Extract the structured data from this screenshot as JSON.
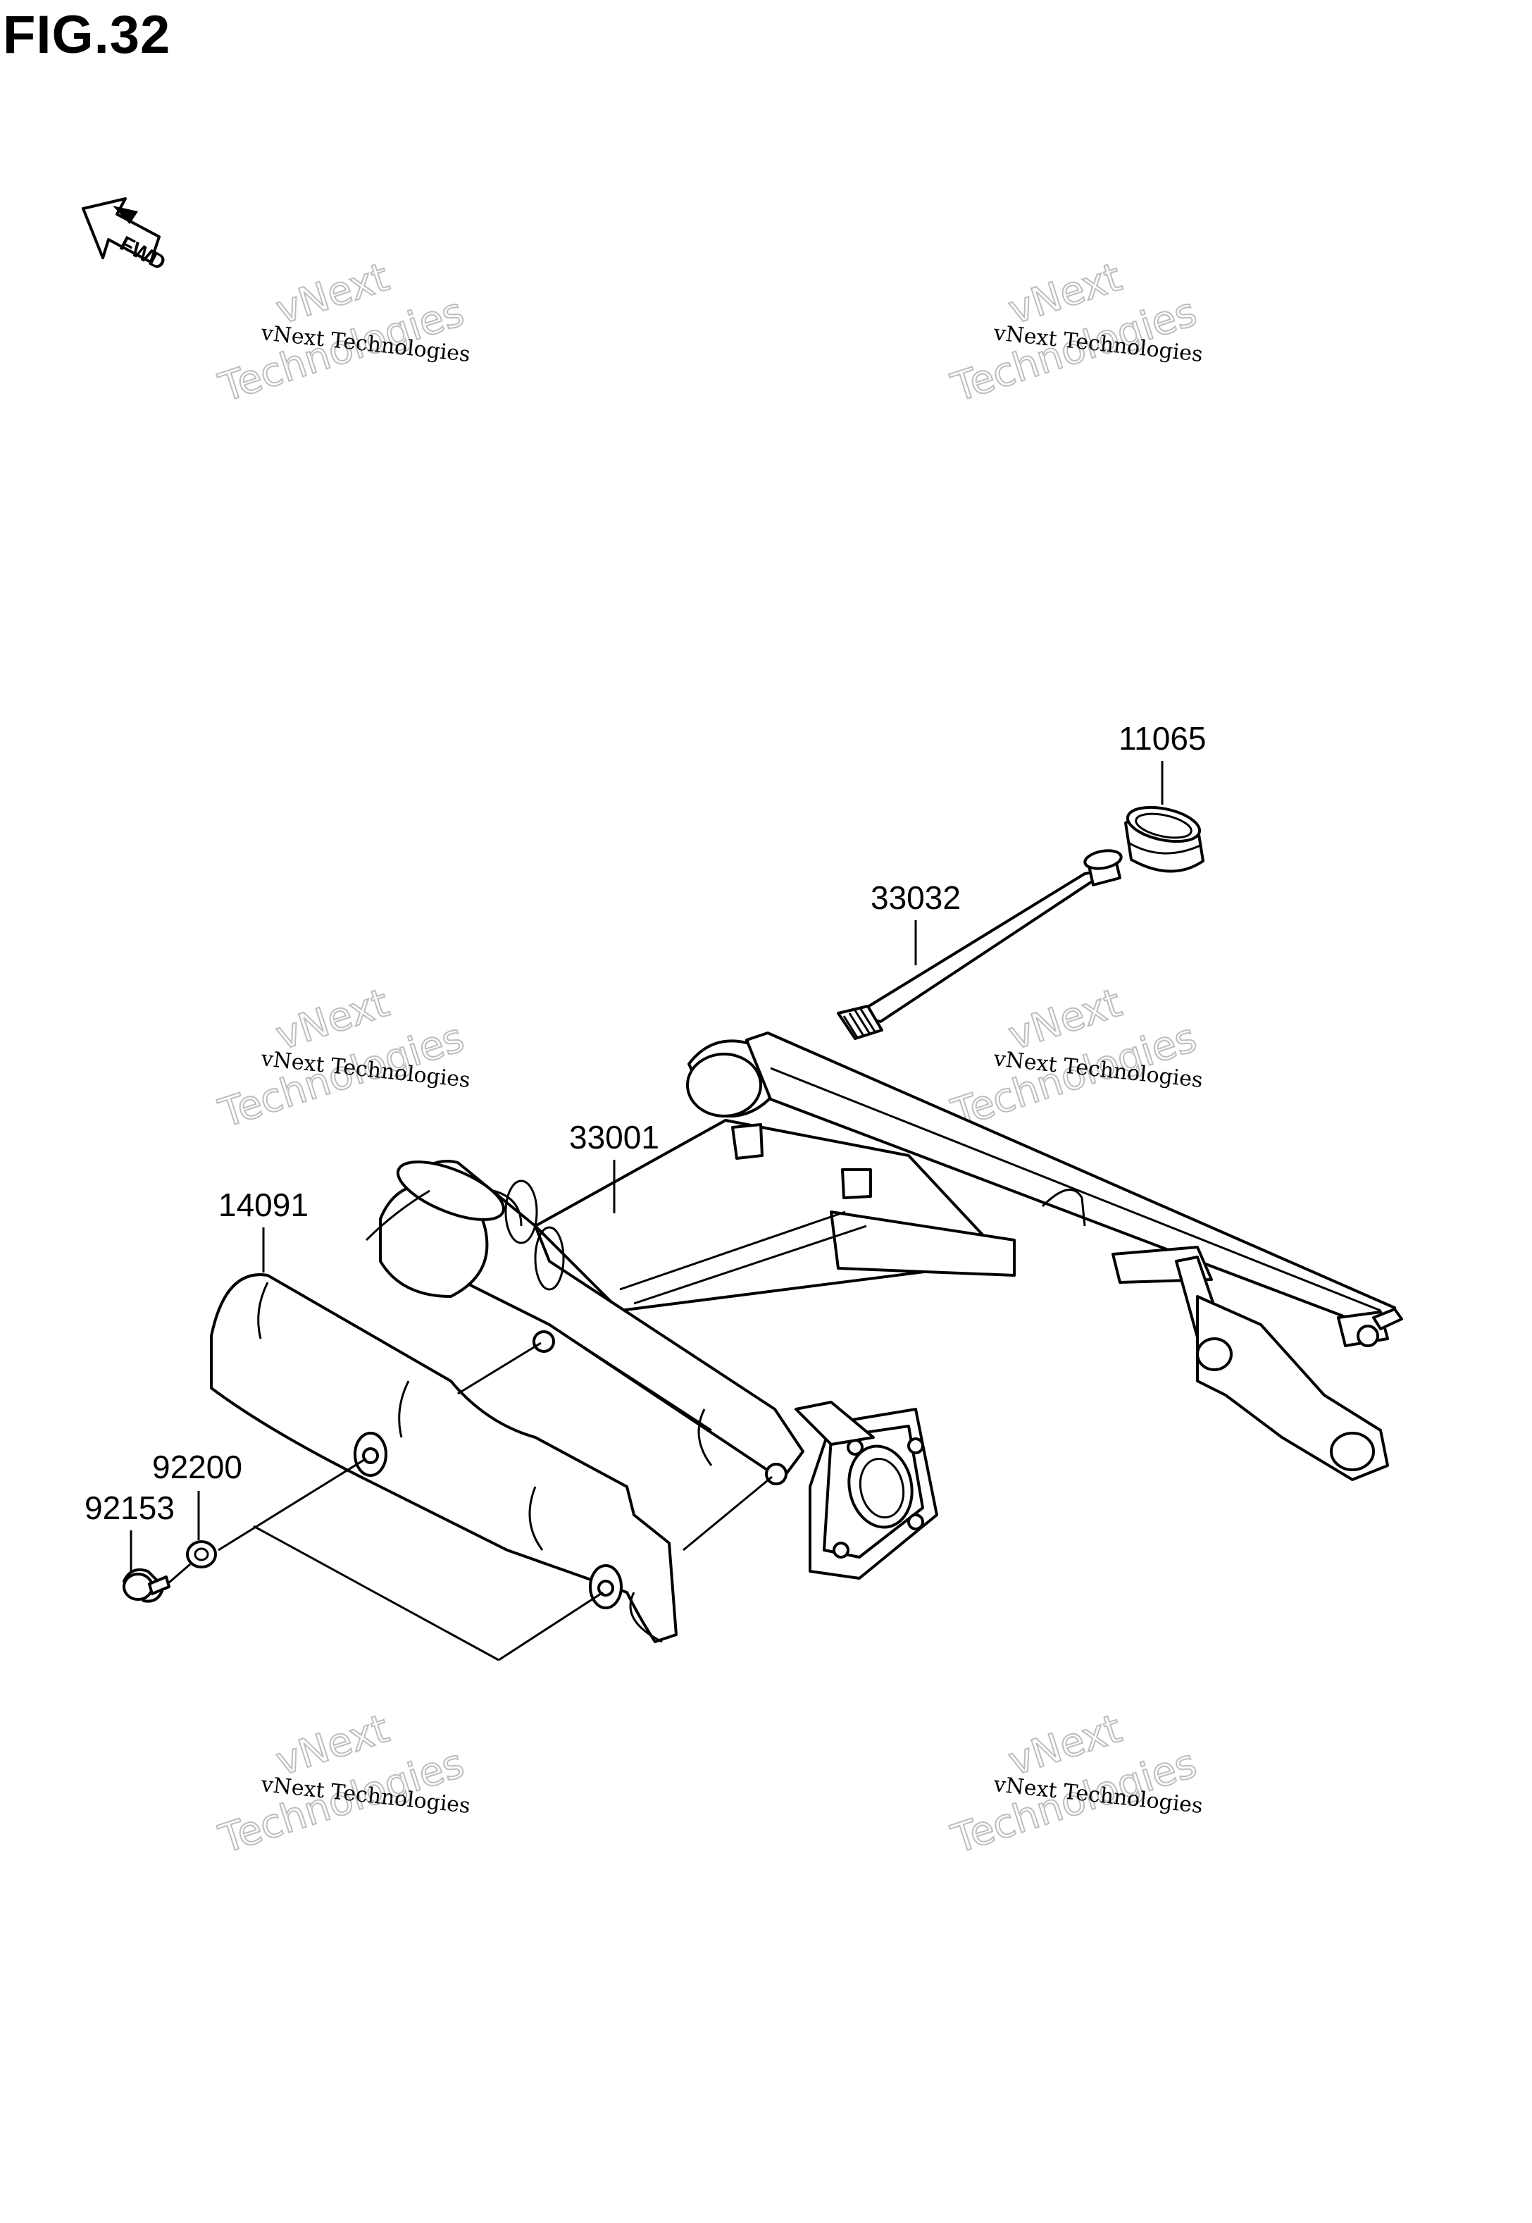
{
  "figure": {
    "title": "FIG.32",
    "direction_label": "FWD"
  },
  "callouts": [
    {
      "id": "11065"
    },
    {
      "id": "33032"
    },
    {
      "id": "33001"
    },
    {
      "id": "14091"
    },
    {
      "id": "92200"
    },
    {
      "id": "92153"
    }
  ],
  "watermark": {
    "line": "vNext Technologies",
    "word_top": "vNext",
    "word_bottom": "Technologies"
  },
  "icons": {
    "direction_arrow": "fwd-arrow-icon"
  }
}
